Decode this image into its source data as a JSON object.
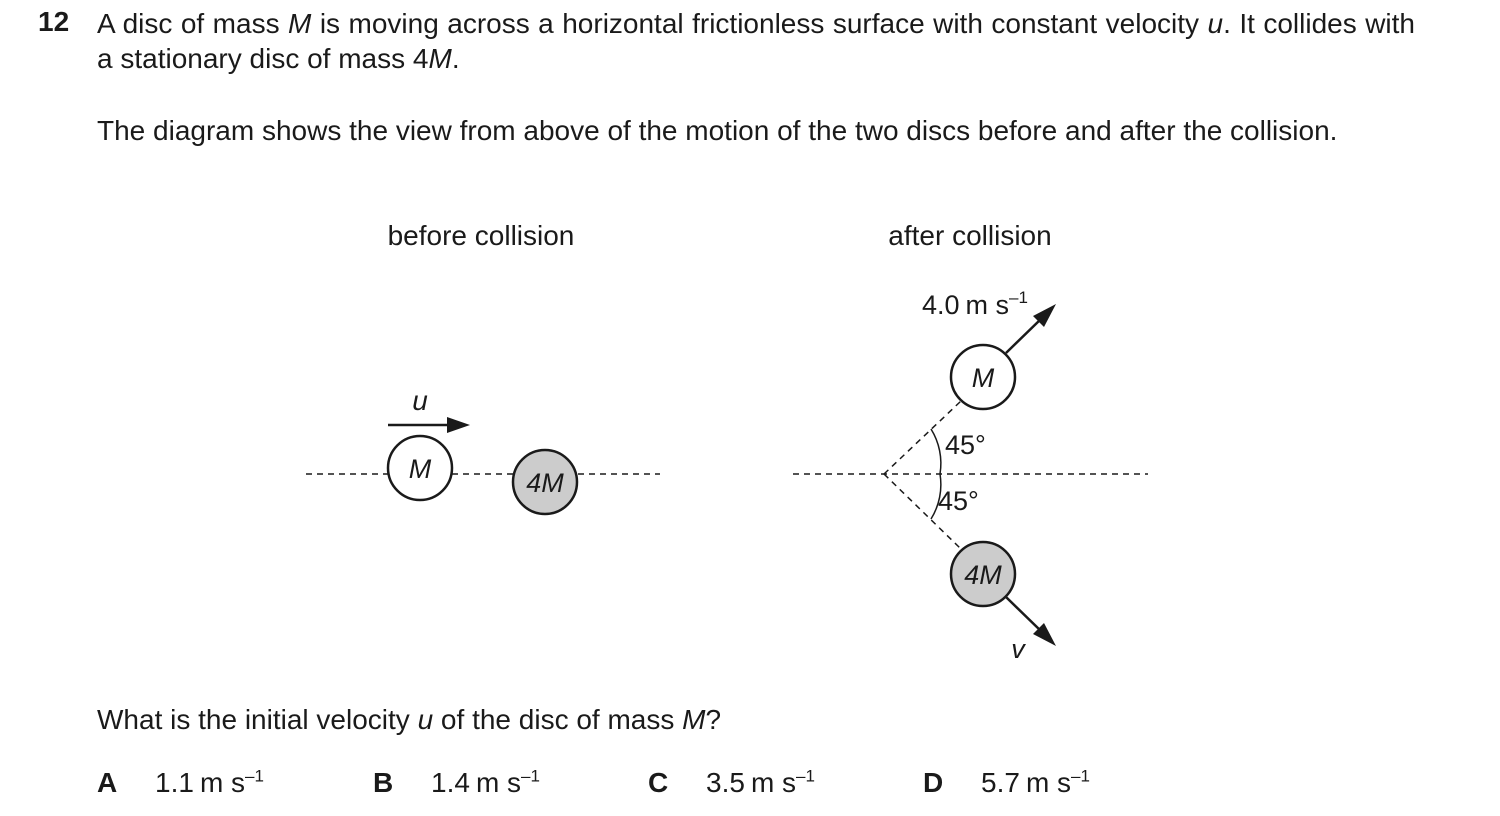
{
  "question": {
    "number": "12",
    "intro": {
      "t1": "A disc of mass ",
      "m1": "M",
      "t2": " is moving across a horizontal frictionless surface with constant velocity ",
      "u1": "u",
      "t3": ". It collides with a stationary disc of mass 4",
      "m2": "M",
      "t4": "."
    },
    "diagram_intro": "The diagram shows the view from above of the motion of the two discs before and after the collision.",
    "prompt": {
      "t1": "What is the initial velocity ",
      "u": "u",
      "t2": " of the disc of mass ",
      "m": "M",
      "t3": "?"
    },
    "options": [
      {
        "letter": "A",
        "value": "1.1",
        "unit": "m s",
        "exp": "–1"
      },
      {
        "letter": "B",
        "value": "1.4",
        "unit": "m s",
        "exp": "–1"
      },
      {
        "letter": "C",
        "value": "3.5",
        "unit": "m s",
        "exp": "–1"
      },
      {
        "letter": "D",
        "value": "5.7",
        "unit": "m s",
        "exp": "–1"
      }
    ]
  },
  "diagram": {
    "before_label": "before collision",
    "after_label": "after collision",
    "before_velocity_label": "u",
    "disc_m_label": "M",
    "disc_4m_label": "4M",
    "after_speed_value": "4.0",
    "after_speed_unit": "m s",
    "after_speed_exp": "–1",
    "angle_top": "45°",
    "angle_bottom": "45°",
    "after_velocity_label": "v",
    "colors": {
      "disc_4m_fill": "#cccccc",
      "stroke": "#1a1a1a"
    }
  }
}
